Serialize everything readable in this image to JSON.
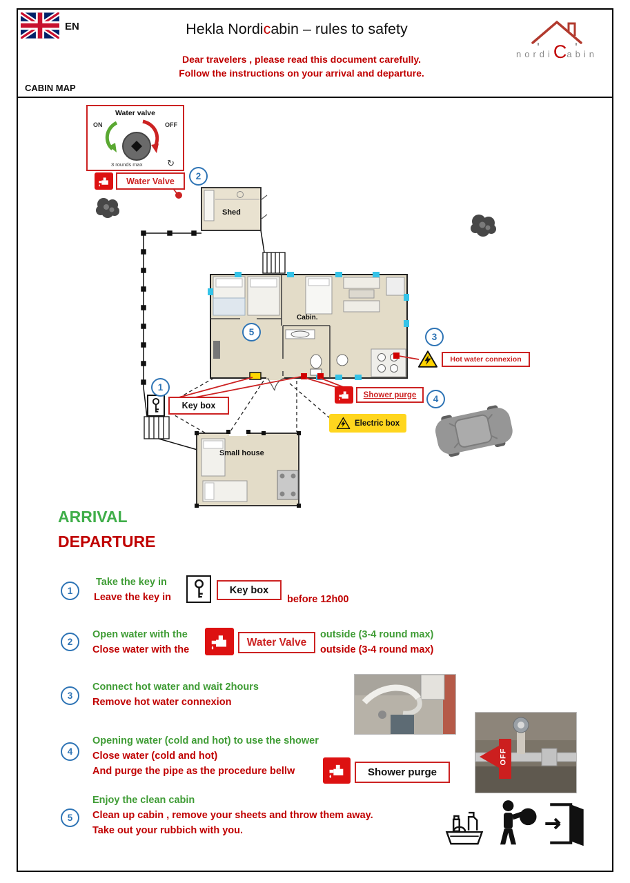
{
  "colors": {
    "accent_red": "#c00000",
    "label_border_red": "#cc2222",
    "text_green": "#3f9c35",
    "marker_blue": "#2e74b5",
    "highlight_yellow": "#ffd61e",
    "window_cyan": "#35c3e8"
  },
  "header": {
    "lang": "EN",
    "title_pre": "Hekla Nordi",
    "title_accent": "c",
    "title_post": "abin – rules to safety",
    "warning_line1": "Dear travelers , please read this document carefully.",
    "warning_line2": "Follow the instructions on your arrival and departure.",
    "logo_pre": "nordi",
    "logo_accent": "C",
    "logo_post": "abin",
    "section_label": "CABIN MAP"
  },
  "map": {
    "valve_diagram": {
      "title": "Water valve",
      "on_label": "ON",
      "off_label": "OFF",
      "note": "3 rounds max",
      "rotate_glyph": "↻"
    },
    "water_valve_label": "Water Valve",
    "shed_label": "Shed",
    "cabin_label": "Cabin.",
    "key_box_label": "Key box",
    "hot_water_label": "Hot water connexion",
    "shower_purge_label": "Shower purge",
    "electric_box_label": "Electric box",
    "small_house_label": "Small house",
    "marker1": "1",
    "marker2": "2",
    "marker3": "3",
    "marker4": "4",
    "marker5": "5"
  },
  "sections": {
    "arrival_title": "ARRIVAL",
    "departure_title": "DEPARTURE"
  },
  "steps": {
    "s1": {
      "num": "1",
      "arrival": "Take the key in",
      "departure": "Leave the key in",
      "box_label": "Key box",
      "deadline": "before 12h00"
    },
    "s2": {
      "num": "2",
      "arrival": "Open water with the",
      "departure": "Close water with the",
      "box_label": "Water Valve",
      "arrival_note": "outside  (3-4 round max)",
      "departure_note": "outside (3-4 round max)"
    },
    "s3": {
      "num": "3",
      "arrival": "Connect hot water and wait 2hours",
      "departure": "Remove hot water connexion"
    },
    "s4": {
      "num": "4",
      "arrival": "Opening water (cold and hot) to use the shower",
      "departure_1": "Close water (cold and hot)",
      "departure_2": "And purge the pipe as the procedure bellw",
      "box_label": "Shower purge",
      "photo_tag": "OFF"
    },
    "s5": {
      "num": "5",
      "arrival": "Enjoy the clean cabin",
      "departure_1": "Clean up cabin , remove your sheets and throw them away.",
      "departure_2": "Take out your rubbich with you."
    }
  }
}
